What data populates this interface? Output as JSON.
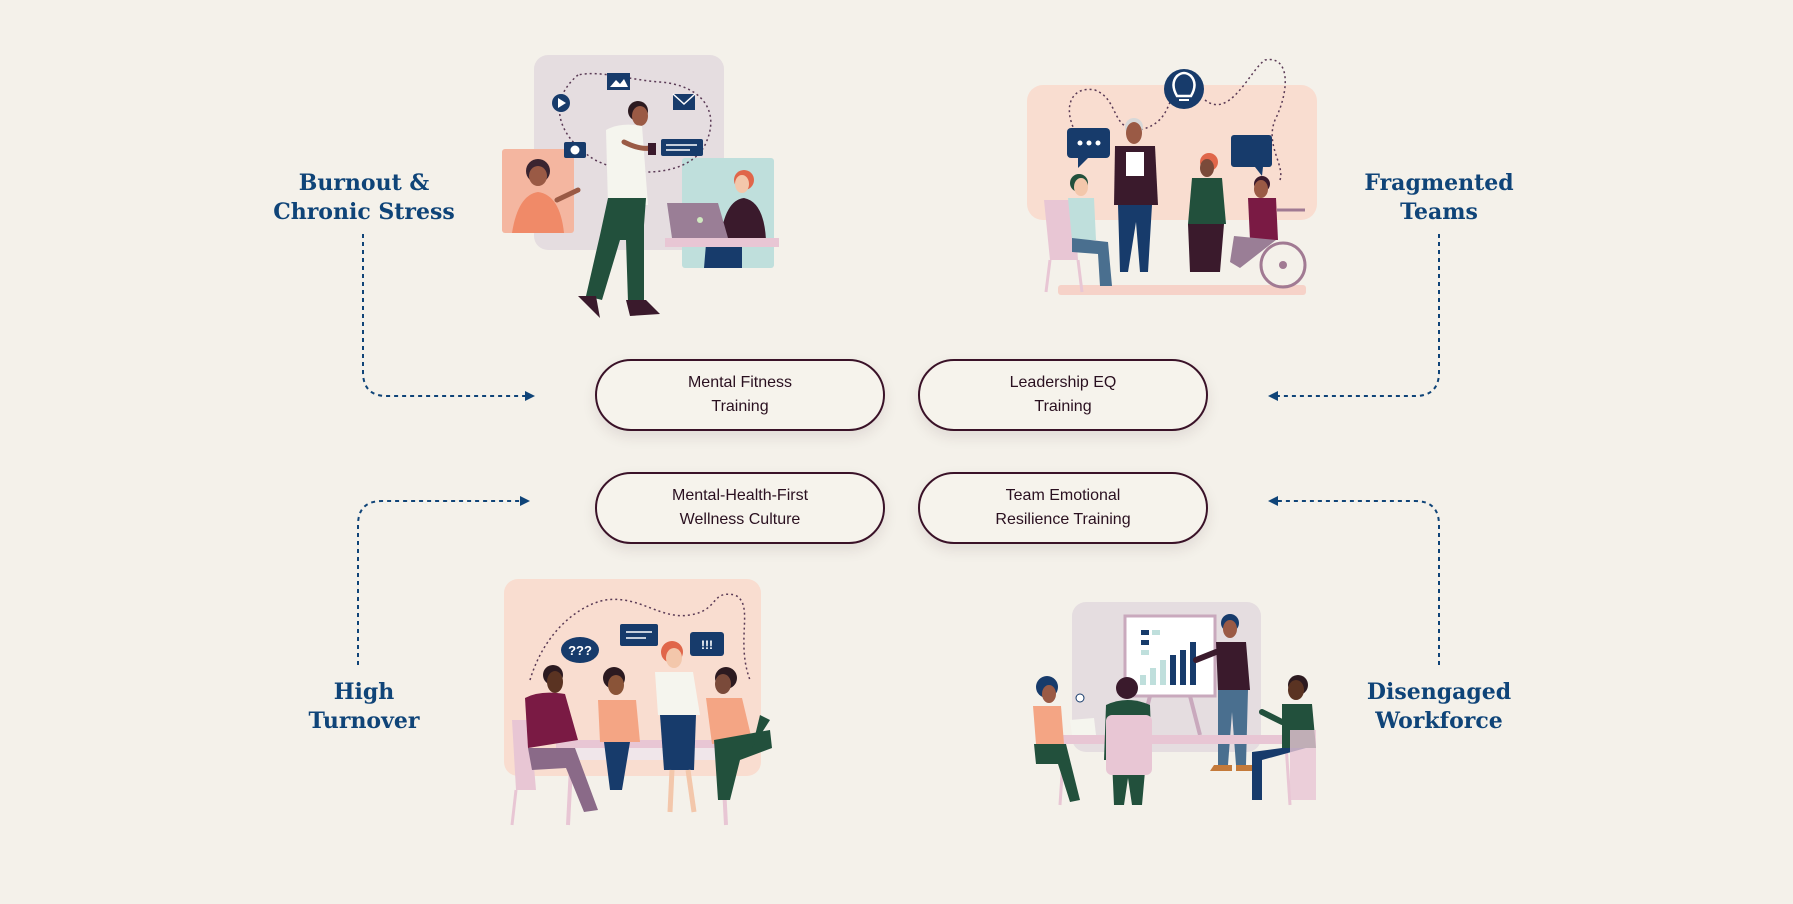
{
  "challenges": {
    "burnout": {
      "line1": "Burnout &",
      "line2": "Chronic Stress"
    },
    "fragmented": {
      "line1": "Fragmented",
      "line2": "Teams"
    },
    "turnover": {
      "line1": "High",
      "line2": "Turnover"
    },
    "disengaged": {
      "line1": "Disengaged",
      "line2": "Workforce"
    }
  },
  "solutions": {
    "mental_fitness": {
      "line1": "Mental Fitness",
      "line2": "Training"
    },
    "leadership": {
      "line1": "Leadership EQ",
      "line2": "Training"
    },
    "wellness": {
      "line1": "Mental-Health-First",
      "line2": "Wellness Culture"
    },
    "resilience": {
      "line1": "Team Emotional",
      "line2": "Resilience Training"
    }
  },
  "illustrations": {
    "top_left": "remote-worker-stress-illustration",
    "top_right": "team-discussion-illustration",
    "bottom_left": "meeting-table-illustration",
    "bottom_right": "presentation-illustration"
  },
  "colors": {
    "background": "#f4f1ea",
    "accent_blue": "#0f4478",
    "pill_border": "#3a1228",
    "peach": "#f9ddd0",
    "lavender": "#e4dce0",
    "maroon": "#7a1a44",
    "green": "#22503c",
    "navy": "#173b6b"
  }
}
